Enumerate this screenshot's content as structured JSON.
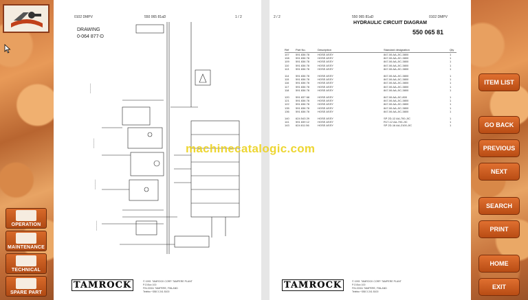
{
  "left_panel": {
    "buttons": [
      {
        "id": "operation",
        "label": "OPERATION"
      },
      {
        "id": "maintenance",
        "label": "MAINTENANCE"
      },
      {
        "id": "technical",
        "label": "TECHNICAL"
      },
      {
        "id": "spare_part",
        "label": "SPARE PART"
      }
    ]
  },
  "right_panel": {
    "buttons": [
      {
        "id": "item_list",
        "label": "ITEM LIST"
      },
      {
        "id": "go_back",
        "label": "GO BACK"
      },
      {
        "id": "previous",
        "label": "PREVIOUS"
      },
      {
        "id": "next",
        "label": "NEXT"
      },
      {
        "id": "search",
        "label": "SEARCH"
      },
      {
        "id": "print",
        "label": "PRINT"
      },
      {
        "id": "home",
        "label": "HOME"
      },
      {
        "id": "exit",
        "label": "EXIT"
      }
    ]
  },
  "left_page": {
    "header_left": "0102 DMPV",
    "header_center": "550 065 81aD",
    "page_no": "1 / 2",
    "drawing_label": "DRAWING",
    "drawing_number": "0-064 877-D",
    "brand": "TAMROCK",
    "footer_text": "© 1993  TAMROCK CORP. TAMPERE PLANT\nP.O.Box 100\nFIN-33311 TAMPERE, FINLAND\nTelefax +358 3 241 8100"
  },
  "right_page": {
    "page_no": "2 / 2",
    "header_center": "550 065 81aD",
    "header_right": "0102 DMPV",
    "title": "HYDRAULIC CIRCUIT DIAGRAM",
    "number": "550 065 81",
    "brand": "TAMROCK",
    "footer_text": "© 1993  TAMROCK CORP. TAMPERE PLANT\nP.O.Box 100\nFIN-33311 TAMPERE, FINLAND\nTelefax +358 3 241 8100",
    "table": {
      "headers": [
        "Ref",
        "Part No.",
        "Description",
        "Standard designation",
        "Qty"
      ],
      "rows": [
        [
          "107",
          "591 836 78",
          "HOSE ASSY",
          "847-06 AA-JIC-3800",
          "1"
        ],
        [
          "108",
          "591 836 78",
          "HOSE ASSY",
          "847-06 AA-JIC-3800",
          "1"
        ],
        [
          "109",
          "591 836 78",
          "HOSE ASSY",
          "847-06 AA-JIC-3800",
          "1"
        ],
        [
          "110",
          "591 836 78",
          "HOSE ASSY",
          "847-06 AA-JIC-3800",
          "1"
        ],
        [
          "113",
          "591 836 78",
          "HOSE ASSY",
          "847-06 AA-JIC-3800",
          "1"
        ],
        [
          "",
          "",
          "",
          "",
          ""
        ],
        [
          "114",
          "591 836 78",
          "HOSE ASSY",
          "847-06 AA-JIC-3800",
          "1"
        ],
        [
          "115",
          "591 836 78",
          "HOSE ASSY",
          "847-06 AA-JIC-3800",
          "1"
        ],
        [
          "116",
          "591 836 78",
          "HOSE ASSY",
          "847-06 AA-JIC-3800",
          "1"
        ],
        [
          "117",
          "591 836 78",
          "HOSE ASSY",
          "847-06 AA-JIC-3800",
          "1"
        ],
        [
          "118",
          "591 836 78",
          "HOSE ASSY",
          "847-06 AA-JIC-3800",
          "1"
        ],
        [
          "",
          "",
          "",
          "",
          ""
        ],
        [
          "120",
          "591 837 68",
          "HOSE ASSY",
          "847-06 AA-JIC-800",
          "1"
        ],
        [
          "121",
          "591 836 78",
          "HOSE ASSY",
          "847-06 AA-JIC-3800",
          "1"
        ],
        [
          "122",
          "591 836 78",
          "HOSE ASSY",
          "847-06 AA-JIC-3800",
          "1"
        ],
        [
          "135",
          "591 836 78",
          "HOSE ASSY",
          "847-06 AA-JIC-3800",
          "1"
        ],
        [
          "136",
          "591 836 78",
          "HOSE ASSY",
          "847-06 AA-JIC-3800",
          "1"
        ],
        [
          "",
          "",
          "",
          "",
          ""
        ],
        [
          "140",
          "624 543 29",
          "HOSE ASSY",
          "SP 2D-12 AA-700-JIC",
          "1"
        ],
        [
          "141",
          "591 839 12",
          "HOSE ASSY",
          "R17-12 AA-700-JIC",
          "1"
        ],
        [
          "143",
          "624 811 56",
          "HOSE ASSY",
          "SP 2D-16 AA-2100-JIC",
          "1"
        ]
      ]
    }
  },
  "watermark": "machinecatalogic.com"
}
